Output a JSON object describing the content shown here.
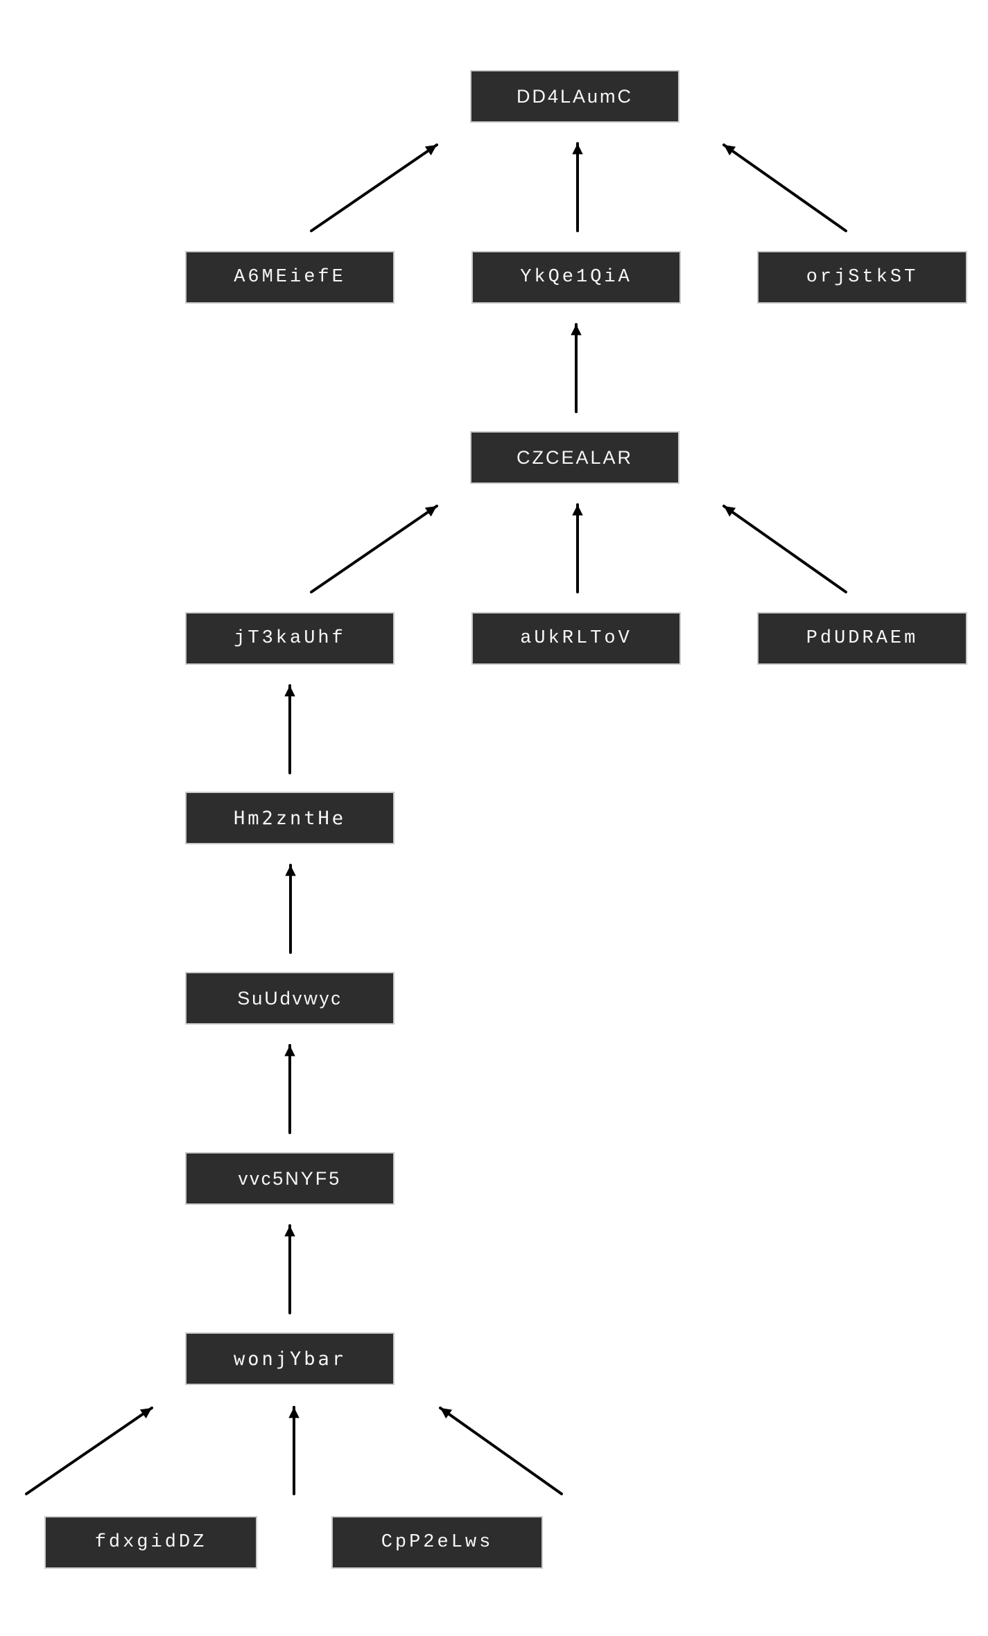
{
  "diagram": {
    "background_color": "#ffffff",
    "node_fill_color": "#2d2d2d",
    "node_text_color": "#f7f7f7",
    "arrow_color": "#000000",
    "nodes": [
      {
        "id": "DD4LAumC",
        "label": "DD4LAumC"
      },
      {
        "id": "A6MEiefE",
        "label": "A6MEiefE"
      },
      {
        "id": "YkQe1QiA",
        "label": "YkQe1QiA"
      },
      {
        "id": "orjStkST",
        "label": "orjStkST"
      },
      {
        "id": "CZCEALAR",
        "label": "CZCEALAR"
      },
      {
        "id": "jT3kaUhf",
        "label": "jT3kaUhf"
      },
      {
        "id": "aUkRLToV",
        "label": "aUkRLToV"
      },
      {
        "id": "PdUDRAEm",
        "label": "PdUDRAEm"
      },
      {
        "id": "Hm2zntHe",
        "label": "Hm2zntHe"
      },
      {
        "id": "SuUdvwyc",
        "label": "SuUdvwyc"
      },
      {
        "id": "vvc5NYF5",
        "label": "vvc5NYF5"
      },
      {
        "id": "wonjYbar",
        "label": "wonjYbar"
      },
      {
        "id": "fdxgidDZ",
        "label": "fdxgidDZ"
      },
      {
        "id": "CpP2eLws",
        "label": "CpP2eLws"
      }
    ],
    "edges": [
      {
        "from": "A6MEiefE",
        "to": "DD4LAumC"
      },
      {
        "from": "YkQe1QiA",
        "to": "DD4LAumC"
      },
      {
        "from": "orjStkST",
        "to": "DD4LAumC"
      },
      {
        "from": "CZCEALAR",
        "to": "YkQe1QiA"
      },
      {
        "from": "jT3kaUhf",
        "to": "CZCEALAR"
      },
      {
        "from": "aUkRLToV",
        "to": "CZCEALAR"
      },
      {
        "from": "PdUDRAEm",
        "to": "CZCEALAR"
      },
      {
        "from": "Hm2zntHe",
        "to": "jT3kaUhf"
      },
      {
        "from": "SuUdvwyc",
        "to": "Hm2zntHe"
      },
      {
        "from": "vvc5NYF5",
        "to": "SuUdvwyc"
      },
      {
        "from": "wonjYbar",
        "to": "vvc5NYF5"
      },
      {
        "from": "fdxgidDZ",
        "to": "wonjYbar"
      },
      {
        "to": "wonjYbar",
        "note": "vertical arrow rising from the gap between fdxgidDZ and CpP2eLws"
      },
      {
        "from": "CpP2eLws",
        "to": "wonjYbar"
      }
    ]
  }
}
